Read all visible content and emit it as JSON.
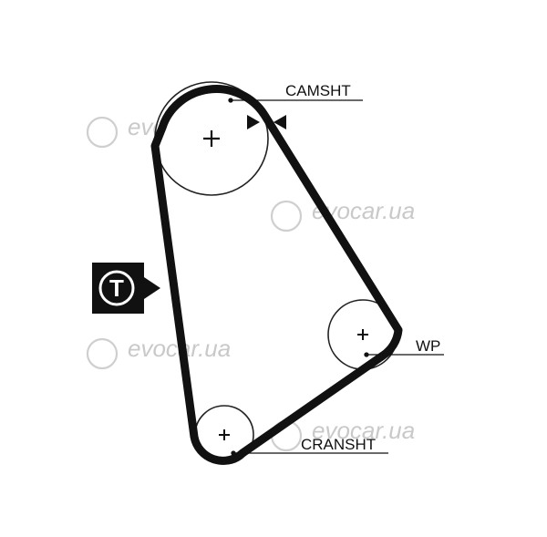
{
  "labels": {
    "camshaft": "CAMSHT",
    "water_pump": "WP",
    "crankshaft": "CRANSHT",
    "tensioner_badge": "T"
  },
  "watermark": {
    "text": "evocar.ua"
  },
  "colors": {
    "belt": "#111111",
    "pulley_outline": "#222222",
    "badge_bg": "#111111",
    "watermark": "#c9c9c9"
  },
  "icons": {
    "pulley_center": "plus",
    "tensioner_badge": "circle-letter-T-with-arrow",
    "alignment_marks": "opposing-triangles"
  }
}
